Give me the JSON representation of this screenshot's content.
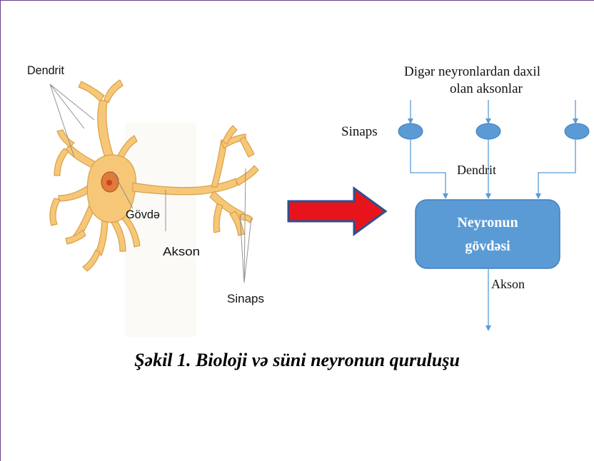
{
  "neuron": {
    "dendrite_label": "Dendrit",
    "body_label": "Gövdə",
    "axon_label": "Akson",
    "synapse_label": "Sinaps"
  },
  "model": {
    "inputs_line1": "Digər neyronlardan daxil",
    "inputs_line2": "olan aksonlar",
    "synapse_label": "Sinaps",
    "dendrite_label": "Dendrit",
    "body_line1": "Neyronun",
    "body_line2": "gövdəsi",
    "axon_label": "Akson"
  },
  "caption": "Şəkil 1. Bioloji və süni neyronun quruluşu",
  "colors": {
    "neuron_fill": "#f6c777",
    "neuron_stroke": "#d9a04a",
    "nucleus": "#e07a3a",
    "arrow_fill": "#e8141c",
    "arrow_stroke": "#2f4f8f",
    "box_fill": "#5b9bd5",
    "line": "#5b9bd5",
    "border": "#6b3f8f"
  }
}
